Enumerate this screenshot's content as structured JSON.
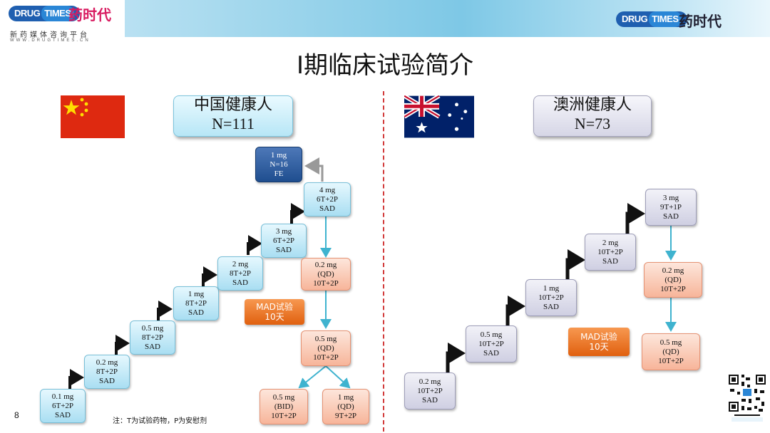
{
  "header": {
    "brand_en_left": "DRUG",
    "brand_en_right": "TIMES",
    "brand_cn": "药时代",
    "tagline": "新药媒体咨询平台",
    "url": "WWW.DRUGTIMES.CN"
  },
  "title": "I期临床试验简介",
  "page_number": "8",
  "note": "注：T为试验药物，P为安慰剂",
  "china": {
    "population_label": "中国健康人",
    "population_n": "N=111",
    "sad": [
      {
        "dose": "0.1 mg",
        "arms": "6T+2P",
        "type": "SAD"
      },
      {
        "dose": "0.2 mg",
        "arms": "8T+2P",
        "type": "SAD"
      },
      {
        "dose": "0.5 mg",
        "arms": "8T+2P",
        "type": "SAD"
      },
      {
        "dose": "1 mg",
        "arms": "8T+2P",
        "type": "SAD"
      },
      {
        "dose": "2 mg",
        "arms": "8T+2P",
        "type": "SAD"
      },
      {
        "dose": "3 mg",
        "arms": "6T+2P",
        "type": "SAD"
      },
      {
        "dose": "4 mg",
        "arms": "6T+2P",
        "type": "SAD"
      }
    ],
    "fe": {
      "dose": "1 mg",
      "n": "N=16",
      "type": "FE"
    },
    "mad": [
      {
        "dose": "0.2 mg",
        "regimen": "(QD)",
        "arms": "10T+2P"
      },
      {
        "dose": "0.5 mg",
        "regimen": "(QD)",
        "arms": "10T+2P"
      },
      {
        "dose": "0.5 mg",
        "regimen": "(BID)",
        "arms": "10T+2P"
      },
      {
        "dose": "1 mg",
        "regimen": "(QD)",
        "arms": "9T+2P"
      }
    ],
    "mad_label": "MAD试验",
    "mad_days": "10天"
  },
  "australia": {
    "population_label": "澳洲健康人",
    "population_n": "N=73",
    "sad": [
      {
        "dose": "0.2 mg",
        "arms": "10T+2P",
        "type": "SAD"
      },
      {
        "dose": "0.5 mg",
        "arms": "10T+2P",
        "type": "SAD"
      },
      {
        "dose": "1 mg",
        "arms": "10T+2P",
        "type": "SAD"
      },
      {
        "dose": "2 mg",
        "arms": "10T+2P",
        "type": "SAD"
      },
      {
        "dose": "3 mg",
        "arms": "9T+1P",
        "type": "SAD"
      }
    ],
    "mad": [
      {
        "dose": "0.2 mg",
        "regimen": "(QD)",
        "arms": "10T+2P"
      },
      {
        "dose": "0.5 mg",
        "regimen": "(QD)",
        "arms": "10T+2P"
      }
    ],
    "mad_label": "MAD试验",
    "mad_days": "10天"
  },
  "colors": {
    "sad_china": "#a9def2",
    "sad_australia": "#cfcfe2",
    "mad": "#f7b59a",
    "mad_label": "#e0600f",
    "fe": "#1f4e8f",
    "divider": "#d23a3a",
    "china_flag": "#de2910",
    "australia_flag": "#012169"
  }
}
